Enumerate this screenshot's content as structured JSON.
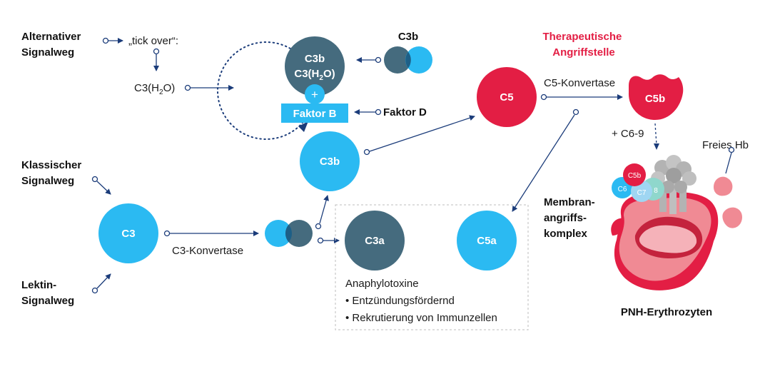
{
  "colors": {
    "dark_blue": "#456b7e",
    "light_blue": "#2bbaf2",
    "red": "#e31e44",
    "pink": "#f08a94",
    "navy": "#1b3c7a",
    "grey": "#b3b3b3",
    "mint": "#8fd7cc",
    "pale_blue": "#9fd6f2"
  },
  "pathways": {
    "alternative": [
      "Alternativer",
      "Signalweg"
    ],
    "classic": [
      "Klassischer",
      "Signalweg"
    ],
    "lectin": [
      "Lektin-",
      "Signalweg"
    ]
  },
  "alternative": {
    "tick_over": "„tick over“:",
    "c3h2o_prefix": "C3(H",
    "c3h2o_sub": "2",
    "c3h2o_suffix": "O)",
    "c3b_top_label": "C3b",
    "complex_line1": "C3b",
    "complex_line2_prefix": "C3(H",
    "complex_line2_sub": "2",
    "complex_line2_suffix": "O)",
    "plus": "+",
    "factor_b": "Faktor B",
    "factor_d": "Faktor D"
  },
  "nodes": {
    "c3": "C3",
    "c3b": "C3b",
    "c3a": "C3a",
    "c5": "C5",
    "c5a": "C5a",
    "c5b": "C5b"
  },
  "labels": {
    "c3_convertase": "C3-Konvertase",
    "c5_convertase": "C5-Konvertase",
    "therapeutic": [
      "Therapeutische",
      "Angriffstelle"
    ],
    "c6_9": "+ C6-9",
    "free_hb": "Freies Hb",
    "mac": [
      "Membran-",
      "angriffs-",
      "komplex"
    ],
    "pnh": "PNH-Erythrozyten"
  },
  "anaphylatoxins": {
    "title": "Anaphylotoxine",
    "bullets": [
      "• Entzündungsfördernd",
      "• Rekrutierung von Immunzellen"
    ]
  },
  "mac_components": {
    "c5b": "C5b",
    "c6": "C6",
    "c7": "C7",
    "c8": "8"
  }
}
